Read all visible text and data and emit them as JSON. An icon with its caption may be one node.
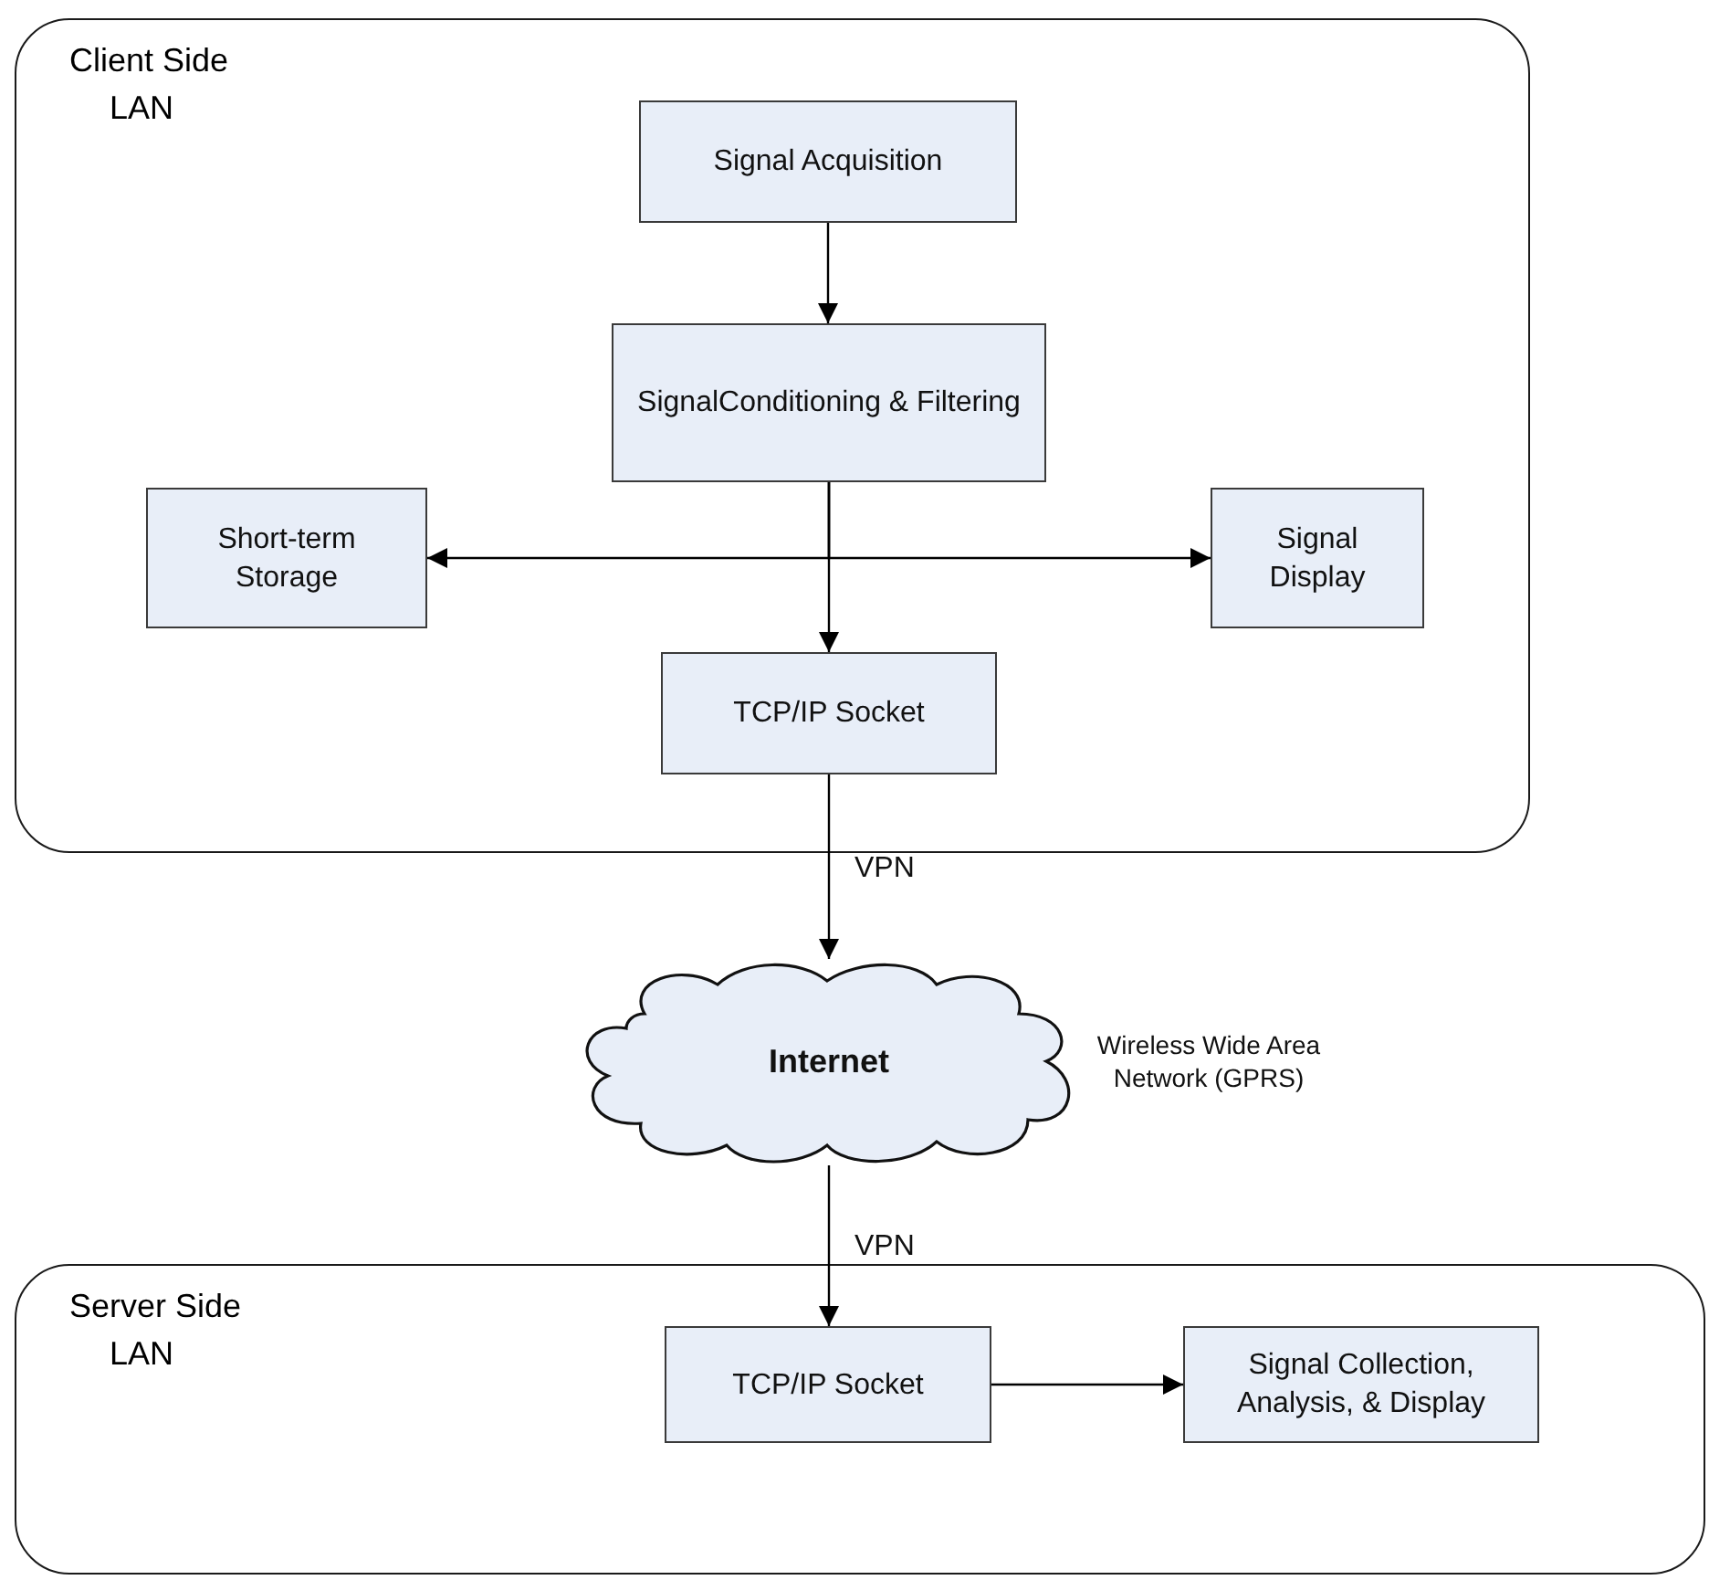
{
  "diagram": {
    "nodes": [
      {
        "text": [
          "Client Side",
          "LAN"
        ]
      },
      {
        "text": [
          "Signal Acquisition"
        ],
        "in": 0
      },
      {
        "text": [
          "SignalConditioning & Filtering"
        ],
        "in": 0
      },
      {
        "text": [
          "Short-term Storage"
        ],
        "in": 0
      },
      {
        "text": [
          "Signal Display"
        ],
        "in": 0
      },
      {
        "text": [
          "TCP/IP Socket"
        ],
        "in": 0
      },
      {
        "text": [
          "Internet"
        ],
        "beside": [
          "Wireless Wide Area Network (GPRS)"
        ]
      },
      {
        "text": [
          "Server Side",
          "LAN"
        ]
      },
      {
        "text": [
          "TCP/IP Socket"
        ],
        "in": 7
      },
      {
        "text": [
          "Signal Collection, Analysis, & Display"
        ],
        "in": 7
      }
    ],
    "edges": [
      {
        "from": 1,
        "to": 2,
        "arrow": "to"
      },
      {
        "from": 2,
        "to": 5,
        "arrow": "to"
      },
      {
        "from": 2,
        "to": 3,
        "arrow": "to"
      },
      {
        "from": 2,
        "to": 4,
        "arrow": "to"
      },
      {
        "from": 5,
        "to": 6,
        "arrow": "to",
        "label": "VPN"
      },
      {
        "from": 6,
        "to": 8,
        "arrow": "to",
        "label": "VPN"
      },
      {
        "from": 8,
        "to": 9,
        "arrow": "to"
      }
    ]
  }
}
